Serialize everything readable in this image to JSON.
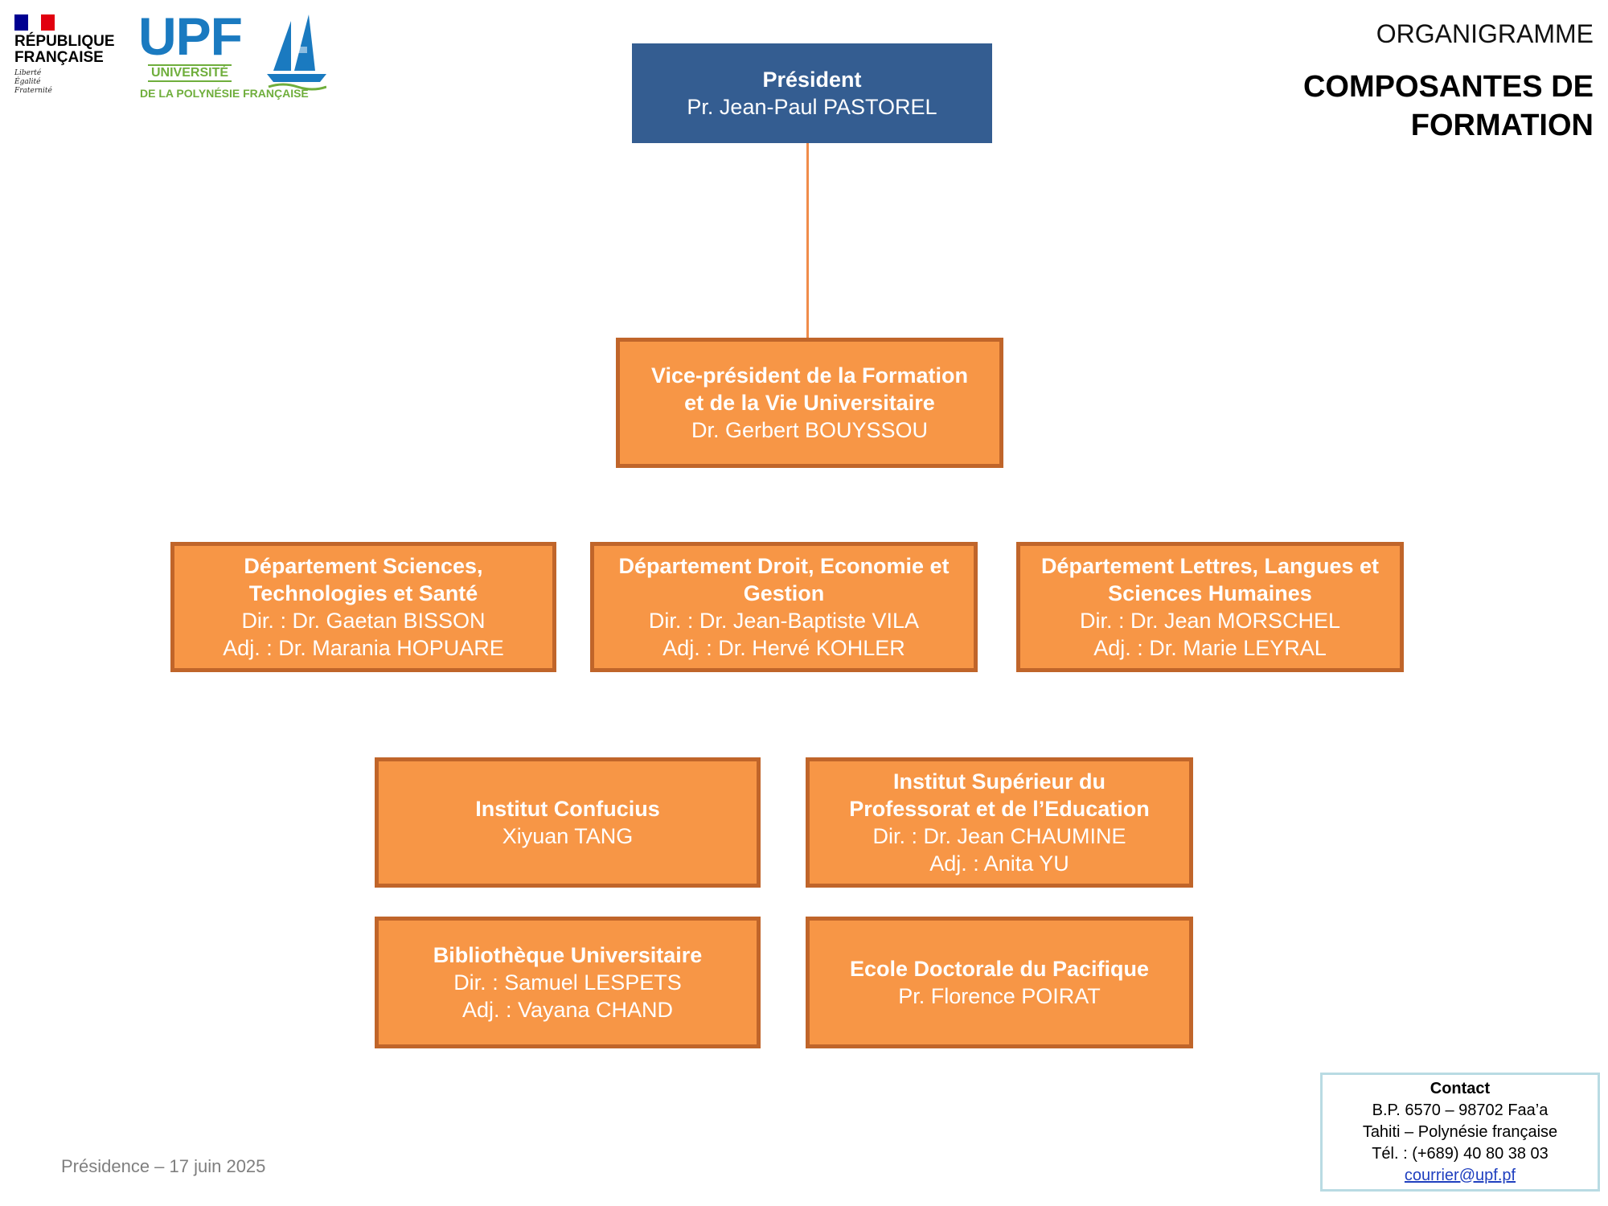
{
  "logos": {
    "republique": {
      "name_lines": [
        "RÉPUBLIQUE",
        "FRANÇAISE"
      ],
      "motto_lines": [
        "Liberté",
        "Égalité",
        "Fraternité"
      ],
      "flag_colors": [
        "#000091",
        "#ffffff",
        "#e1000f"
      ]
    },
    "upf": {
      "letters": "UPF",
      "universite": "UNIVERSITÉ",
      "subtitle": "DE LA POLYNÉSIE FRANÇAISE",
      "colors": {
        "blue": "#1a7ac0",
        "green": "#6fae3c"
      }
    }
  },
  "header": {
    "kicker": "ORGANIGRAMME",
    "title_lines": [
      "COMPOSANTES DE",
      "FORMATION"
    ]
  },
  "colors": {
    "box_fill": "#f79646",
    "box_border": "#c0652a",
    "president_fill": "#345d91",
    "connector": "#f08c4a"
  },
  "org": {
    "president": {
      "title": "Président",
      "lines": [
        "Pr. Jean-Paul PASTOREL"
      ]
    },
    "vp": {
      "title_lines": [
        "Vice-président de la Formation",
        "et de la Vie Universitaire"
      ],
      "lines": [
        "Dr. Gerbert BOUYSSOU"
      ]
    },
    "departments": [
      {
        "title_lines": [
          "Département Sciences,",
          "Technologies et Santé"
        ],
        "lines": [
          "Dir. : Dr. Gaetan BISSON",
          "Adj. : Dr. Marania HOPUARE"
        ]
      },
      {
        "title_lines": [
          "Département Droit, Economie et",
          "Gestion"
        ],
        "lines": [
          "Dir. : Dr. Jean-Baptiste VILA",
          "Adj. : Dr. Hervé KOHLER"
        ]
      },
      {
        "title_lines": [
          "Département Lettres, Langues et",
          "Sciences Humaines"
        ],
        "lines": [
          "Dir. : Dr. Jean MORSCHEL",
          "Adj. : Dr. Marie LEYRAL"
        ]
      }
    ],
    "institutes": [
      {
        "title_lines": [
          "Institut Confucius"
        ],
        "lines": [
          "Xiyuan TANG"
        ]
      },
      {
        "title_lines": [
          "Institut Supérieur du",
          "Professorat et de l’Education"
        ],
        "lines": [
          "Dir. : Dr. Jean CHAUMINE",
          "Adj. : Anita YU"
        ]
      },
      {
        "title_lines": [
          "Bibliothèque Universitaire"
        ],
        "lines": [
          "Dir. : Samuel LESPETS",
          "Adj. : Vayana CHAND"
        ]
      },
      {
        "title_lines": [
          "Ecole Doctorale du Pacifique"
        ],
        "lines": [
          "Pr. Florence POIRAT"
        ]
      }
    ]
  },
  "footer": {
    "text": "Présidence – 17 juin 2025"
  },
  "contact": {
    "heading": "Contact",
    "lines": [
      "B.P. 6570 – 98702 Faa’a",
      "Tahiti – Polynésie française",
      "Tél. : (+689) 40 80 38 03"
    ],
    "email": "courrier@upf.pf"
  }
}
